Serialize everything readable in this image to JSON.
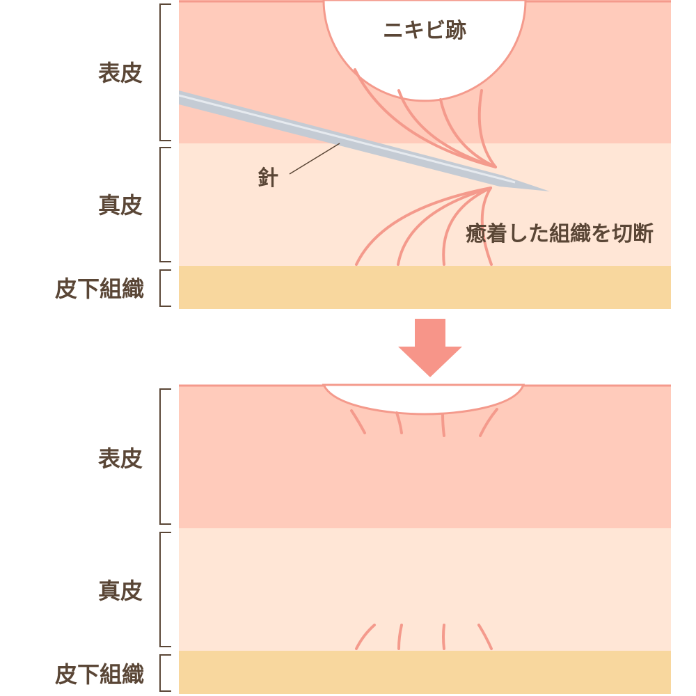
{
  "colors": {
    "epidermis": "#ffcbbb",
    "dermis": "#ffe6d6",
    "subcutis": "#f8d79e",
    "tissue_line": "#f49a8c",
    "needle": "#c4cbd4",
    "arrow": "#f79589",
    "label": "#5a4636"
  },
  "before": {
    "layers": {
      "epidermis": "表皮",
      "dermis": "真皮",
      "subcutis": "皮下組織"
    },
    "scar_label": "ニキビ跡",
    "needle_label": "針",
    "caption": "癒着した組織を切断"
  },
  "after": {
    "layers": {
      "epidermis": "表皮",
      "dermis": "真皮",
      "subcutis": "皮下組織"
    }
  }
}
